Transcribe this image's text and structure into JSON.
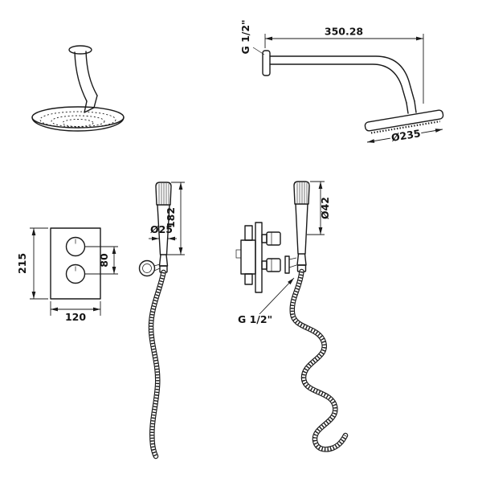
{
  "colors": {
    "background": "#ffffff",
    "line": "#1a1a1a"
  },
  "views": {
    "overhead_side": {
      "arm_length": "350.28",
      "connection": "G 1/2\"",
      "head_diameter": "Ø235"
    },
    "valve_front": {
      "height": "215",
      "width": "120",
      "knob_spacing": "80"
    },
    "handshower": {
      "diameter": "Ø25",
      "length": "182"
    },
    "valve_side": {
      "holder_diameter": "Ø42",
      "connection": "G 1/2\""
    }
  }
}
